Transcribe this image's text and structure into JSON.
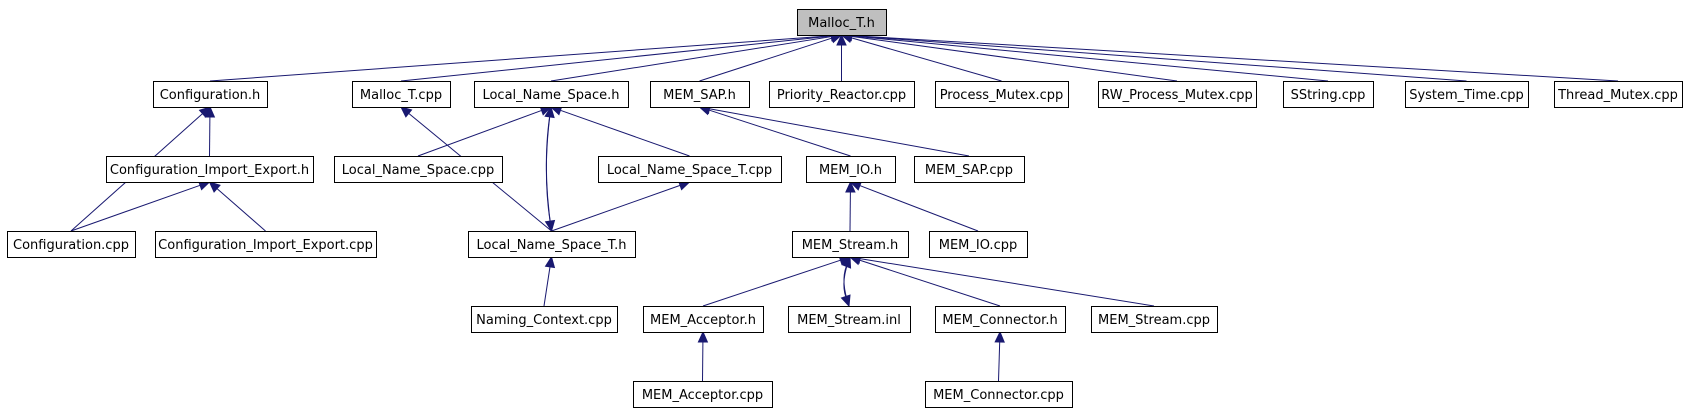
{
  "diagram": {
    "nodes": [
      {
        "id": "malloc_t_h",
        "label": "Malloc_T.h",
        "root": true
      },
      {
        "id": "configuration_h",
        "label": "Configuration.h"
      },
      {
        "id": "malloc_t_cpp",
        "label": "Malloc_T.cpp"
      },
      {
        "id": "local_name_space_h",
        "label": "Local_Name_Space.h"
      },
      {
        "id": "mem_sap_h",
        "label": "MEM_SAP.h"
      },
      {
        "id": "priority_reactor_cpp",
        "label": "Priority_Reactor.cpp"
      },
      {
        "id": "process_mutex_cpp",
        "label": "Process_Mutex.cpp"
      },
      {
        "id": "rw_process_mutex_cpp",
        "label": "RW_Process_Mutex.cpp"
      },
      {
        "id": "sstring_cpp",
        "label": "SString.cpp"
      },
      {
        "id": "system_time_cpp",
        "label": "System_Time.cpp"
      },
      {
        "id": "thread_mutex_cpp",
        "label": "Thread_Mutex.cpp"
      },
      {
        "id": "configuration_import_export_h",
        "label": "Configuration_Import_Export.h"
      },
      {
        "id": "local_name_space_cpp",
        "label": "Local_Name_Space.cpp"
      },
      {
        "id": "local_name_space_t_cpp",
        "label": "Local_Name_Space_T.cpp"
      },
      {
        "id": "mem_io_h",
        "label": "MEM_IO.h"
      },
      {
        "id": "mem_sap_cpp",
        "label": "MEM_SAP.cpp"
      },
      {
        "id": "configuration_cpp",
        "label": "Configuration.cpp"
      },
      {
        "id": "configuration_import_export_cpp",
        "label": "Configuration_Import_Export.cpp"
      },
      {
        "id": "local_name_space_t_h",
        "label": "Local_Name_Space_T.h"
      },
      {
        "id": "mem_stream_h",
        "label": "MEM_Stream.h"
      },
      {
        "id": "mem_io_cpp",
        "label": "MEM_IO.cpp"
      },
      {
        "id": "naming_context_cpp",
        "label": "Naming_Context.cpp"
      },
      {
        "id": "mem_acceptor_h",
        "label": "MEM_Acceptor.h"
      },
      {
        "id": "mem_stream_inl",
        "label": "MEM_Stream.inl"
      },
      {
        "id": "mem_connector_h",
        "label": "MEM_Connector.h"
      },
      {
        "id": "mem_stream_cpp",
        "label": "MEM_Stream.cpp"
      },
      {
        "id": "mem_acceptor_cpp",
        "label": "MEM_Acceptor.cpp"
      },
      {
        "id": "mem_connector_cpp",
        "label": "MEM_Connector.cpp"
      }
    ],
    "edges": [
      {
        "from": "configuration_h",
        "to": "malloc_t_h"
      },
      {
        "from": "malloc_t_cpp",
        "to": "malloc_t_h"
      },
      {
        "from": "local_name_space_h",
        "to": "malloc_t_h"
      },
      {
        "from": "mem_sap_h",
        "to": "malloc_t_h"
      },
      {
        "from": "priority_reactor_cpp",
        "to": "malloc_t_h"
      },
      {
        "from": "process_mutex_cpp",
        "to": "malloc_t_h"
      },
      {
        "from": "rw_process_mutex_cpp",
        "to": "malloc_t_h"
      },
      {
        "from": "sstring_cpp",
        "to": "malloc_t_h"
      },
      {
        "from": "system_time_cpp",
        "to": "malloc_t_h"
      },
      {
        "from": "thread_mutex_cpp",
        "to": "malloc_t_h"
      },
      {
        "from": "configuration_import_export_h",
        "to": "configuration_h"
      },
      {
        "from": "configuration_cpp",
        "to": "configuration_h"
      },
      {
        "from": "configuration_cpp",
        "to": "configuration_import_export_h"
      },
      {
        "from": "configuration_import_export_cpp",
        "to": "configuration_import_export_h"
      },
      {
        "from": "local_name_space_cpp",
        "to": "local_name_space_h"
      },
      {
        "from": "local_name_space_t_cpp",
        "to": "local_name_space_h"
      },
      {
        "from": "local_name_space_t_h",
        "to": "local_name_space_h"
      },
      {
        "from": "local_name_space_h",
        "to": "local_name_space_t_h"
      },
      {
        "from": "local_name_space_t_h",
        "to": "local_name_space_t_cpp"
      },
      {
        "from": "local_name_space_t_h",
        "to": "malloc_t_cpp"
      },
      {
        "from": "naming_context_cpp",
        "to": "local_name_space_t_h"
      },
      {
        "from": "mem_io_h",
        "to": "mem_sap_h"
      },
      {
        "from": "mem_sap_cpp",
        "to": "mem_sap_h"
      },
      {
        "from": "mem_stream_h",
        "to": "mem_io_h"
      },
      {
        "from": "mem_io_cpp",
        "to": "mem_io_h"
      },
      {
        "from": "mem_acceptor_h",
        "to": "mem_stream_h"
      },
      {
        "from": "mem_stream_inl",
        "to": "mem_stream_h"
      },
      {
        "from": "mem_stream_h",
        "to": "mem_stream_inl"
      },
      {
        "from": "mem_connector_h",
        "to": "mem_stream_h"
      },
      {
        "from": "mem_stream_cpp",
        "to": "mem_stream_h"
      },
      {
        "from": "mem_acceptor_cpp",
        "to": "mem_acceptor_h"
      },
      {
        "from": "mem_connector_cpp",
        "to": "mem_connector_h"
      }
    ]
  }
}
